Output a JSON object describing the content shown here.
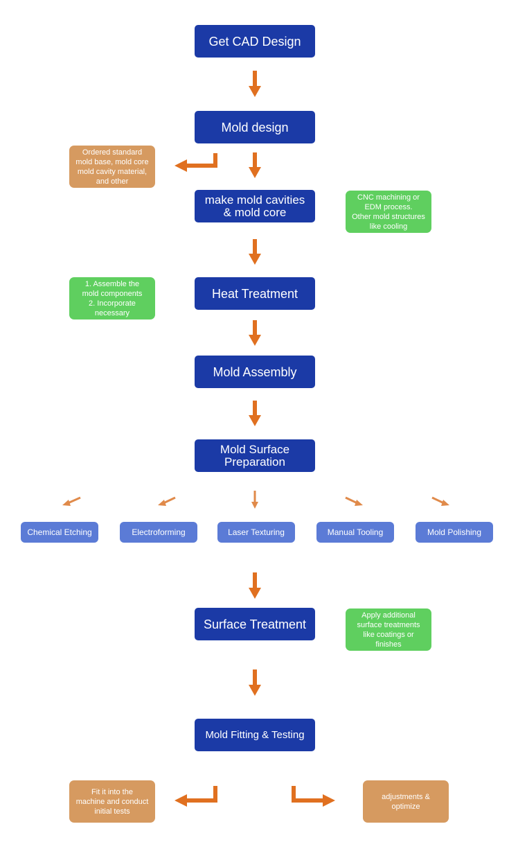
{
  "steps": {
    "get_cad": "Get CAD Design",
    "mold_design": "Mold design",
    "make_cavities": "make mold cavities\n& mold core",
    "heat_treatment": "Heat Treatment",
    "mold_assembly": "Mold Assembly",
    "surface_prep": "Mold Surface\nPreparation",
    "surface_treatment": "Surface Treatment",
    "fitting_testing": "Mold Fitting & Testing"
  },
  "prep_methods": [
    "Chemical Etching",
    "Electroforming",
    "Laser Texturing",
    "Manual Tooling",
    "Mold Polishing"
  ],
  "notes": {
    "ordered_material": "Ordered standard\nmold base, mold core\nmold cavity material,\nand other",
    "cnc_machining": "CNC machining or\nEDM process.\nOther mold structures\nlike cooling",
    "assemble": "1. Assemble the\nmold components\n2. Incorporate\nnecessary",
    "apply_treatments": "Apply additional\nsurface treatments\nlike coatings or\nfinishes",
    "fit_machine": "Fit it into the\nmachine and conduct\ninitial tests",
    "adjust": "adjustments &\noptimize"
  },
  "colors": {
    "main_box": "#1b3aa6",
    "method_box": "#5b7bd6",
    "note_tan": "#d69a60",
    "note_green": "#5fcf5f",
    "arrow": "#e07020",
    "arrow_light": "#e08a4a"
  }
}
